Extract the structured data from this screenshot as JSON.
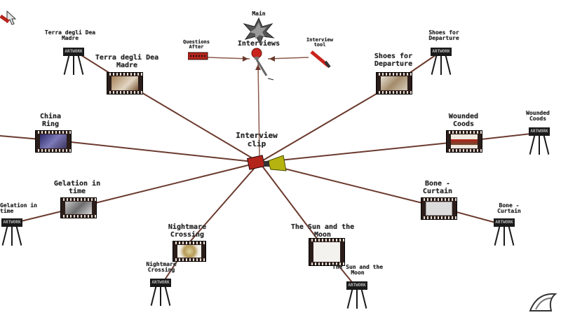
{
  "hub": {
    "label": "Interview\nclip"
  },
  "main_interviews": {
    "top_label": "Main",
    "label": "Interviews"
  },
  "side_links": {
    "questions_label": "Questions\nAfter",
    "interview_tool_label": "Interview\ntool"
  },
  "nodes": [
    {
      "id": "madre",
      "clip_label": "Terra degli Dea\nMadre",
      "easel_label": "Terra degli Dea\nMadre",
      "board": "ARTWORK"
    },
    {
      "id": "china",
      "clip_label": "China\nRing",
      "easel_label": "",
      "board": ""
    },
    {
      "id": "gelation",
      "clip_label": "Gelation in\ntime",
      "easel_label": "Gelation in\ntime",
      "board": "ARTWORK"
    },
    {
      "id": "nightmare",
      "clip_label": "Nightmare\nCrossing",
      "easel_label": "Nightmare\nCrossing",
      "board": "ARTWORK"
    },
    {
      "id": "sun",
      "clip_label": "The Sun and the\nMoon",
      "easel_label": "The Sun and the\nMoon",
      "board": "ARTWORK"
    },
    {
      "id": "bone",
      "clip_label": "Bone -\nCurtain",
      "easel_label": "Bone -\nCurtain",
      "board": "ARTWORK"
    },
    {
      "id": "wounded",
      "clip_label": "Wounded\nCoods",
      "easel_label": "Wounded\nCoods",
      "board": "ARTWORK"
    },
    {
      "id": "shoes",
      "clip_label": "Shoes for\nDeparture",
      "easel_label": "Shoes for\nDeparture",
      "board": "ARTWORK"
    }
  ],
  "colors": {
    "link": "#6b3a2e",
    "film": "#2b1d1a",
    "hub_red": "#b3241b",
    "hub_yellow": "#b4b30f",
    "accent_red": "#c8241c"
  }
}
